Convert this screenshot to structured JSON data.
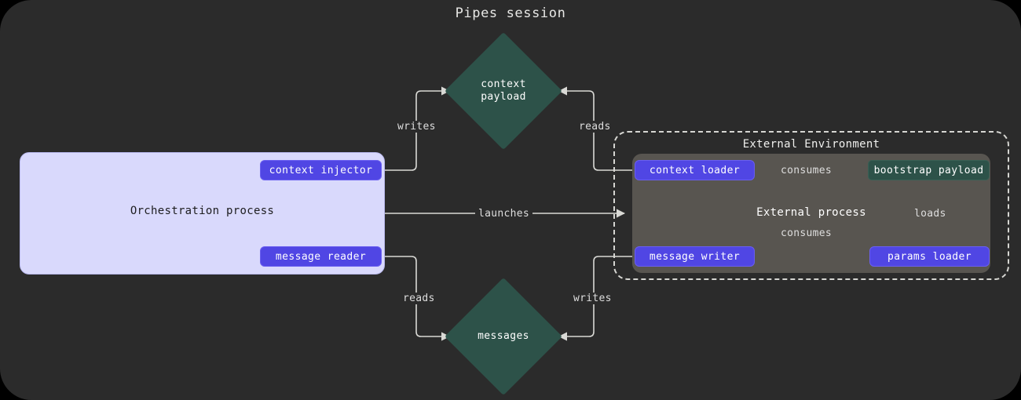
{
  "title": "Pipes session",
  "colors": {
    "canvas_bg": "#2b2b2b",
    "orchestration_bg": "#d9d9fc",
    "op_node": "#5046e4",
    "asset_teal": "#2d5249",
    "external_proc_bg": "#585550",
    "edge_stroke": "#d9d9d5",
    "text_light": "#e8e8e6",
    "text_dark": "#1d1d1f"
  },
  "clusters": {
    "orchestration": {
      "label": "Orchestration process"
    },
    "external_environment": {
      "label": "External Environment"
    },
    "external_process": {
      "label": "External process"
    }
  },
  "nodes": {
    "context_injector": {
      "label": "context injector",
      "type": "op"
    },
    "message_reader": {
      "label": "message reader",
      "type": "op"
    },
    "context_loader": {
      "label": "context loader",
      "type": "op"
    },
    "message_writer": {
      "label": "message writer",
      "type": "op"
    },
    "params_loader": {
      "label": "params loader",
      "type": "op"
    },
    "bootstrap_payload": {
      "label": "bootstrap payload",
      "type": "asset-box"
    },
    "context_payload": {
      "label": "context\npayload",
      "type": "asset-diamond"
    },
    "messages": {
      "label": "messages",
      "type": "asset-diamond"
    }
  },
  "edges": [
    {
      "id": "writes-context",
      "label": "writes",
      "from": "context_injector",
      "to": "context_payload"
    },
    {
      "id": "reads-context",
      "label": "reads",
      "from": "context_payload",
      "to": "context_loader"
    },
    {
      "id": "launches",
      "label": "launches",
      "from": "orchestration",
      "to": "external_environment"
    },
    {
      "id": "reads-messages",
      "label": "reads",
      "from": "messages",
      "to": "message_reader"
    },
    {
      "id": "writes-messages",
      "label": "writes",
      "from": "message_writer",
      "to": "messages"
    },
    {
      "id": "consumes-context",
      "label": "consumes",
      "from": "context_loader",
      "to": "bootstrap_payload"
    },
    {
      "id": "consumes-message",
      "label": "consumes",
      "from": "message_writer",
      "to": "bootstrap_payload"
    },
    {
      "id": "loads-params",
      "label": "loads",
      "from": "params_loader",
      "to": "bootstrap_payload"
    }
  ]
}
